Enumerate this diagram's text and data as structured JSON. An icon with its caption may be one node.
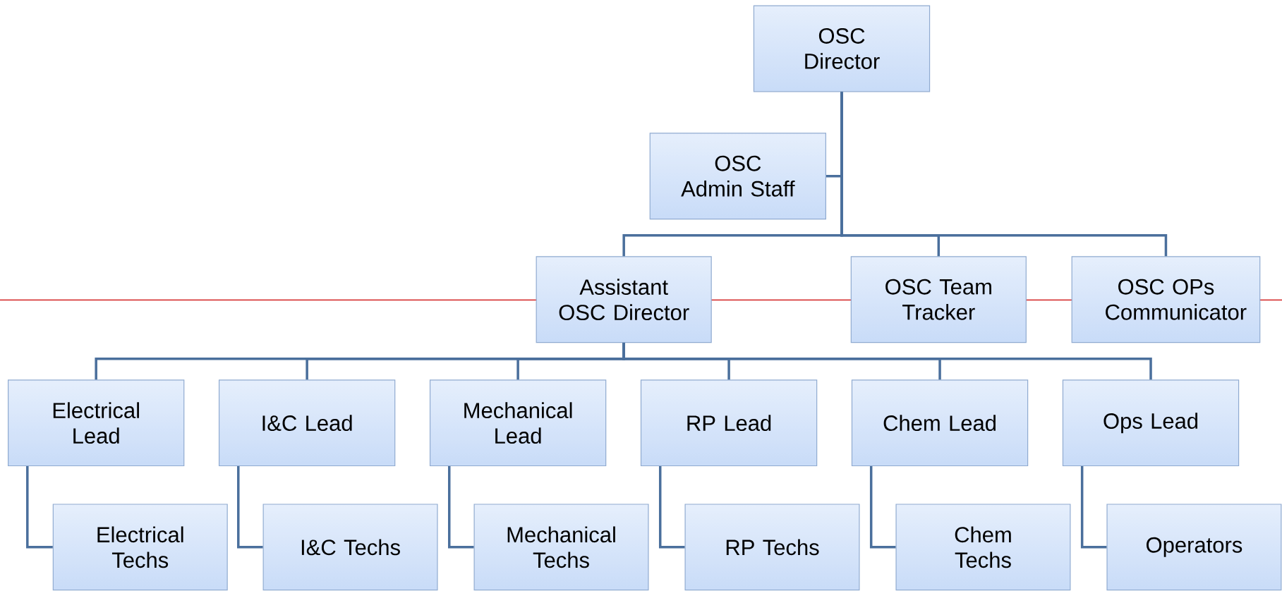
{
  "diagram": {
    "nodes": [
      {
        "text": [
          "OSC Director"
        ]
      },
      {
        "text": [
          "OSC Admin Staff"
        ]
      },
      {
        "text": [
          "Assistant OSC Director"
        ]
      },
      {
        "text": [
          "OSC Team Tracker"
        ]
      },
      {
        "text": [
          "OSC OPs Communicator"
        ]
      },
      {
        "text": [
          "Electrical Lead"
        ]
      },
      {
        "text": [
          "I&C Lead"
        ]
      },
      {
        "text": [
          "Mechanical Lead"
        ]
      },
      {
        "text": [
          "RP Lead"
        ]
      },
      {
        "text": [
          "Chem Lead"
        ]
      },
      {
        "text": [
          "Ops Lead"
        ]
      },
      {
        "text": [
          "Electrical Techs"
        ]
      },
      {
        "text": [
          "I&C Techs"
        ]
      },
      {
        "text": [
          "Mechanical Techs"
        ]
      },
      {
        "text": [
          "RP Techs"
        ]
      },
      {
        "text": [
          "Chem Techs"
        ]
      },
      {
        "text": [
          "Operators"
        ]
      }
    ],
    "edges": [
      {
        "from": 0,
        "to": 1,
        "arrow": "none"
      },
      {
        "from": 0,
        "to": 2,
        "arrow": "none"
      },
      {
        "from": 0,
        "to": 3,
        "arrow": "none"
      },
      {
        "from": 0,
        "to": 4,
        "arrow": "none"
      },
      {
        "from": 2,
        "to": 5,
        "arrow": "none"
      },
      {
        "from": 2,
        "to": 6,
        "arrow": "none"
      },
      {
        "from": 2,
        "to": 7,
        "arrow": "none"
      },
      {
        "from": 2,
        "to": 8,
        "arrow": "none"
      },
      {
        "from": 2,
        "to": 9,
        "arrow": "none"
      },
      {
        "from": 2,
        "to": 10,
        "arrow": "none"
      },
      {
        "from": 5,
        "to": 11,
        "arrow": "none"
      },
      {
        "from": 6,
        "to": 12,
        "arrow": "none"
      },
      {
        "from": 7,
        "to": 13,
        "arrow": "none"
      },
      {
        "from": 8,
        "to": 14,
        "arrow": "none"
      },
      {
        "from": 9,
        "to": 15,
        "arrow": "none"
      },
      {
        "from": 10,
        "to": 16,
        "arrow": "none"
      }
    ]
  }
}
